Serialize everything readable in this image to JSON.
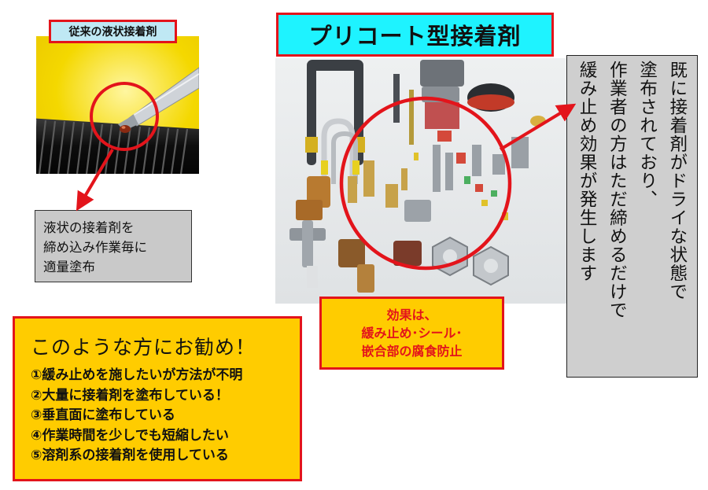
{
  "conventional": {
    "label": "従来の液状接着剤",
    "note_lines": [
      "液状の接着剤を",
      "締め込み作業毎に",
      "適量塗布"
    ]
  },
  "precoat": {
    "title": "プリコート型接着剤",
    "description_columns": [
      "既に接着剤がドライな状態で",
      "塗布されており、",
      "作業者の方はただ締めるだけで",
      "緩み止め効果が発生します"
    ],
    "effect_lines": [
      "効果は、",
      "緩み止め･シール･",
      "嵌合部の腐食防止"
    ]
  },
  "recommend": {
    "title": "このような方にお勧め！",
    "items": [
      "①緩み止めを施したいが方法が不明",
      "②大量に接着剤を塗布している！",
      "③垂直面に塗布している",
      "④作業時間を少しでも短縮したい",
      "⑤溶剤系の接着剤を使用している"
    ]
  },
  "colors": {
    "accent_red": "#e3141b",
    "title_cyan": "#1ef3ff",
    "highlight_yellow": "#ffcc00",
    "note_gray": "#c9c9c9"
  }
}
